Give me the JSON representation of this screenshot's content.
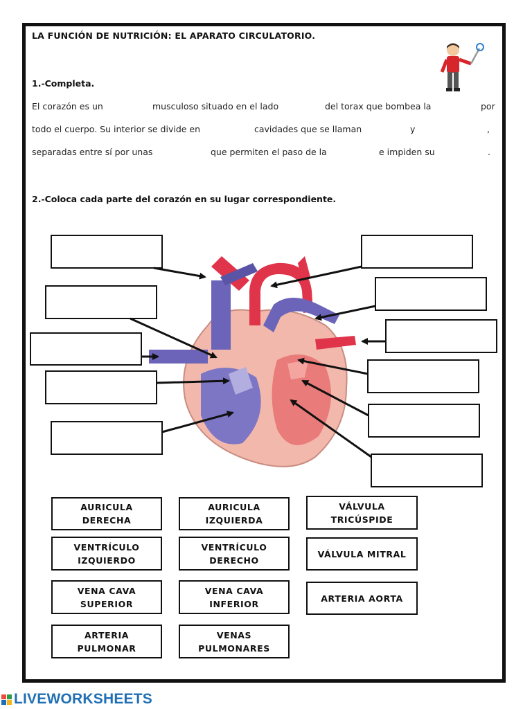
{
  "title": "LA FUNCIÓN DE NUTRICIÓN: EL APARATO CIRCULATORIO.",
  "q1": {
    "label": "1.-Completa.",
    "line1": [
      "El corazón es un",
      "musculoso situado en el lado",
      "del torax que bombea la",
      "por"
    ],
    "line2": [
      "todo el cuerpo. Su interior se divide en",
      "cavidades que se llaman",
      "y",
      ","
    ],
    "line3": [
      "separadas entre sí por unas",
      "que permiten el paso de la",
      "e impiden su",
      "."
    ]
  },
  "q2": {
    "label": "2.-Coloca cada parte del corazón en su lugar correspondiente."
  },
  "words": [
    "AURICULA DERECHA",
    "AURICULA IZQUIERDA",
    "VÁLVULA TRICÚSPIDE",
    "VENTRÍCULO IZQUIERDO",
    "VENTRÍCULO DERECHO",
    "VÁLVULA MITRAL",
    "VENA CAVA SUPERIOR",
    "VENA CAVA INFERIOR",
    "ARTERIA AORTA",
    "ARTERIA PULMONAR",
    "VENAS PULMONARES"
  ],
  "footer": {
    "logo_text": "LIVEWORKSHEETS",
    "logo_colors": [
      "#e94b3c",
      "#2e9a47",
      "#1f6fb5",
      "#f2b61a"
    ]
  },
  "colors": {
    "artery": "#e0344a",
    "vein": "#6b64b8",
    "muscle": "#f2b8ac",
    "border": "#111111"
  }
}
